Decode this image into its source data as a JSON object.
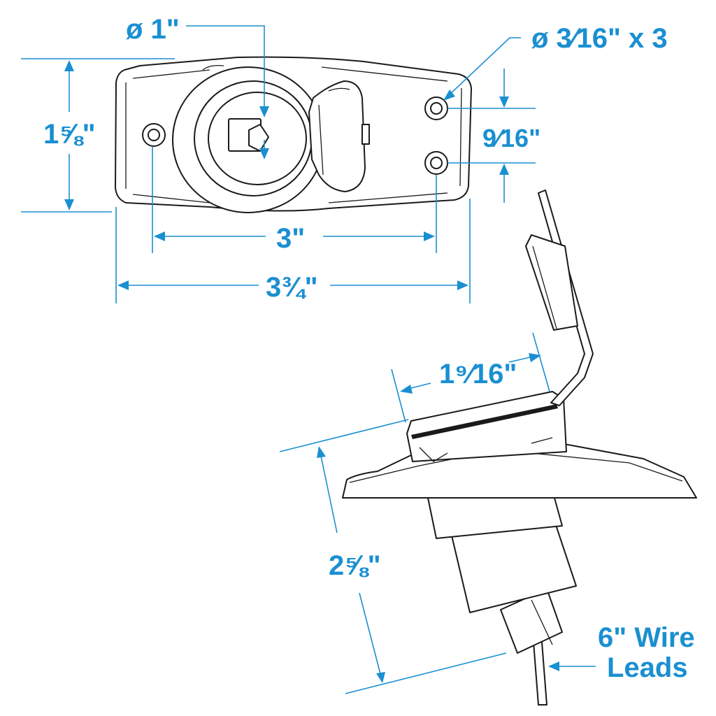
{
  "colors": {
    "dimension": "#1a8fd1",
    "outline": "#1a1a1a",
    "background": "#ffffff"
  },
  "dimensions": {
    "center_hole_diameter": "ø 1\"",
    "mount_holes": "ø 3⁄16\" x 3",
    "height": "1⅝\"",
    "hole_spacing_vertical": "9⁄16\"",
    "hole_spacing_horizontal": "3\"",
    "overall_width": "3¾\"",
    "base_depth": "1⁹⁄16\"",
    "overall_height_side": "2⅝\""
  },
  "callouts": {
    "wire_leads_line1": "6\" Wire",
    "wire_leads_line2": "Leads"
  }
}
